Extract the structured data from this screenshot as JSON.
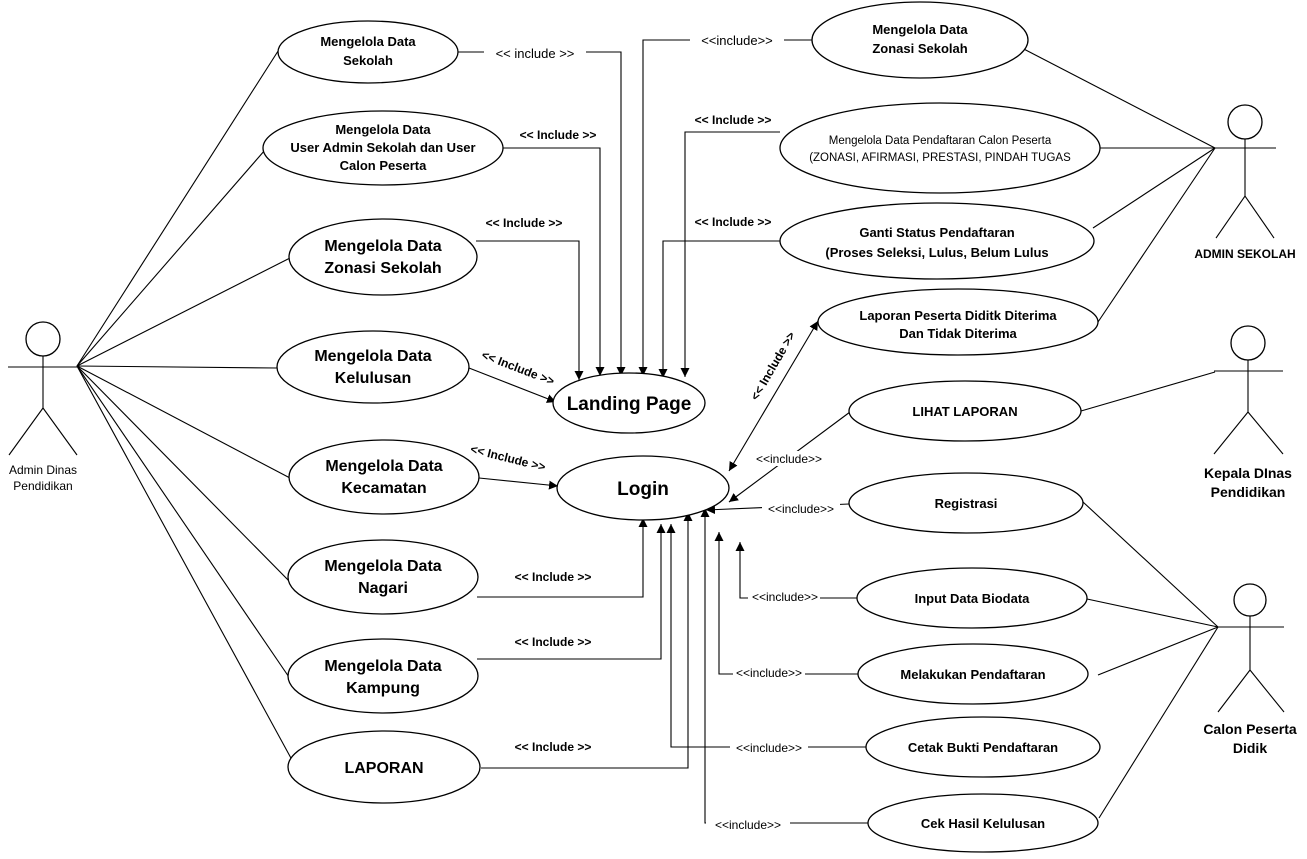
{
  "actors": {
    "admin_dinas": "Admin Dinas Pendidikan",
    "admin_sekolah": "ADMIN SEKOLAH",
    "kepala_dinas": "Kepala DInas Pendidikan",
    "calon_peserta": "Calon Peserta Didik"
  },
  "use_cases": {
    "mengelola_data_sekolah": "Mengelola Data Sekolah",
    "mengelola_user": "Mengelola Data User Admin Sekolah dan User Calon Peserta",
    "mengelola_zonasi_left": "Mengelola Data Zonasi Sekolah",
    "mengelola_kelulusan": "Mengelola Data Kelulusan",
    "mengelola_kecamatan": "Mengelola Data Kecamatan",
    "mengelola_nagari": "Mengelola Data Nagari",
    "mengelola_kampung": "Mengelola Data Kampung",
    "laporan": "LAPORAN",
    "landing_page": "Landing Page",
    "login": "Login",
    "mengelola_zonasi_right": "Mengelola Data Zonasi Sekolah",
    "mengelola_pendaftaran": "Mengelola Data Pendaftaran Calon Peserta (ZONASI, AFIRMASI, PRESTASI, PINDAH TUGAS",
    "ganti_status": "Ganti Status Pendaftaran (Proses Seleksi, Lulus, Belum Lulus",
    "laporan_peserta": "Laporan Peserta Diditk Diterima Dan Tidak Diterima",
    "lihat_laporan": "LIHAT LAPORAN",
    "registrasi": "Registrasi",
    "input_biodata": "Input Data Biodata",
    "melakukan_pendaftaran": "Melakukan Pendaftaran",
    "cetak_bukti": "Cetak Bukti Pendaftaran",
    "cek_hasil": "Cek Hasil Kelulusan"
  },
  "include_labels": {
    "sekolah": "<< include >>",
    "user": "<< Include >>",
    "zonasi_left": "<< Include >>",
    "kelulusan": "<< Include >>",
    "kecamatan": "<< Include >>",
    "nagari": "<< Include >>",
    "kampung": "<< Include >>",
    "laporan": "<< Include >>",
    "zonasi_right": "<<include>>",
    "pendaftaran": "<< Include >>",
    "ganti_status": "<< Include >>",
    "laporan_peserta": "<< Include >>",
    "lihat_laporan": "<<include>>",
    "registrasi": "<<include>>",
    "input_biodata": "<<include>>",
    "melakukan_pendaftaran": "<<include>>",
    "cetak_bukti": "<<include>>",
    "cek_hasil": "<<include>>"
  }
}
